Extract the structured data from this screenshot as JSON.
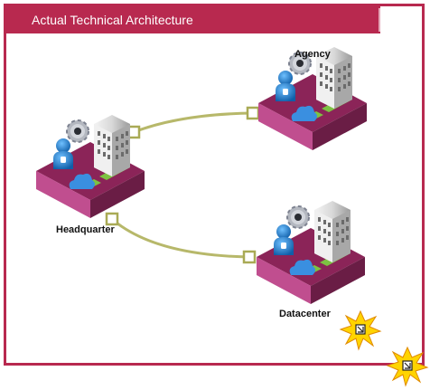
{
  "title": "Actual Technical Architecture",
  "nodes": {
    "agency": {
      "label": "Agency"
    },
    "headquarter": {
      "label": "Headquarter"
    },
    "datacenter": {
      "label": "Datacenter"
    }
  },
  "colors": {
    "frame": "#b8294f",
    "platform_top": "#8b2458",
    "platform_side_left": "#c04e8f",
    "platform_side_right": "#6a1d45",
    "connector": "#b7b86a",
    "user": "#1c7fd6",
    "cloud": "#3a8fe0",
    "building": "#d8d8d8",
    "grass": "#7dc242",
    "burst": "#ffd400"
  }
}
